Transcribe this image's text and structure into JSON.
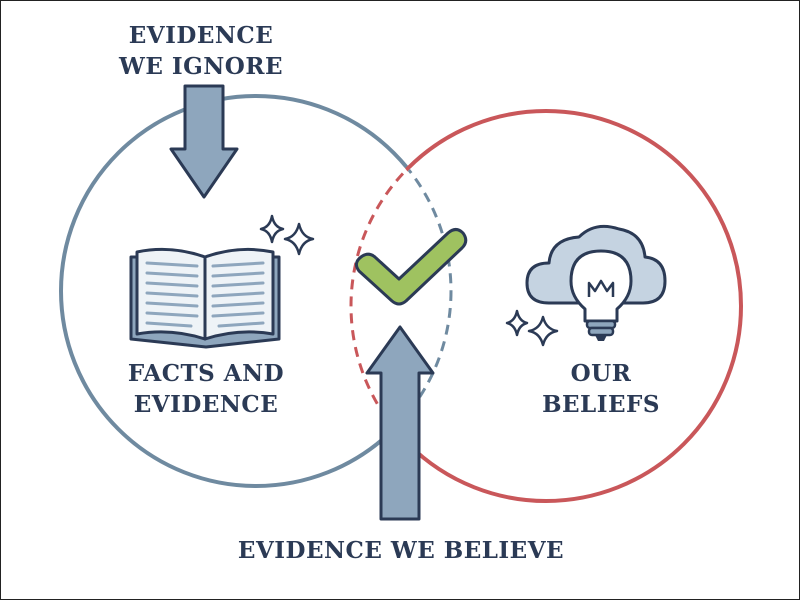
{
  "labels": {
    "ignore": {
      "line1": "EVIDENCE",
      "line2": "WE IGNORE"
    },
    "facts": {
      "line1": "FACTS AND",
      "line2": "EVIDENCE"
    },
    "beliefs": {
      "line1": "OUR",
      "line2": "BELIEFS"
    },
    "believe": "EVIDENCE WE BELIEVE"
  },
  "colors": {
    "facts_circle": "#6f8aa0",
    "beliefs_circle": "#c9575a",
    "arrow_fill": "#8ea6bd",
    "outline": "#2b3a55",
    "check_fill": "#9fc260",
    "book_page": "#eef3f7",
    "cloud_fill": "#c5d3e1"
  },
  "icons": [
    "open-book-icon",
    "check-mark-icon",
    "lightbulb-cloud-icon",
    "sparkle-icon",
    "down-arrow-icon",
    "up-arrow-icon"
  ]
}
